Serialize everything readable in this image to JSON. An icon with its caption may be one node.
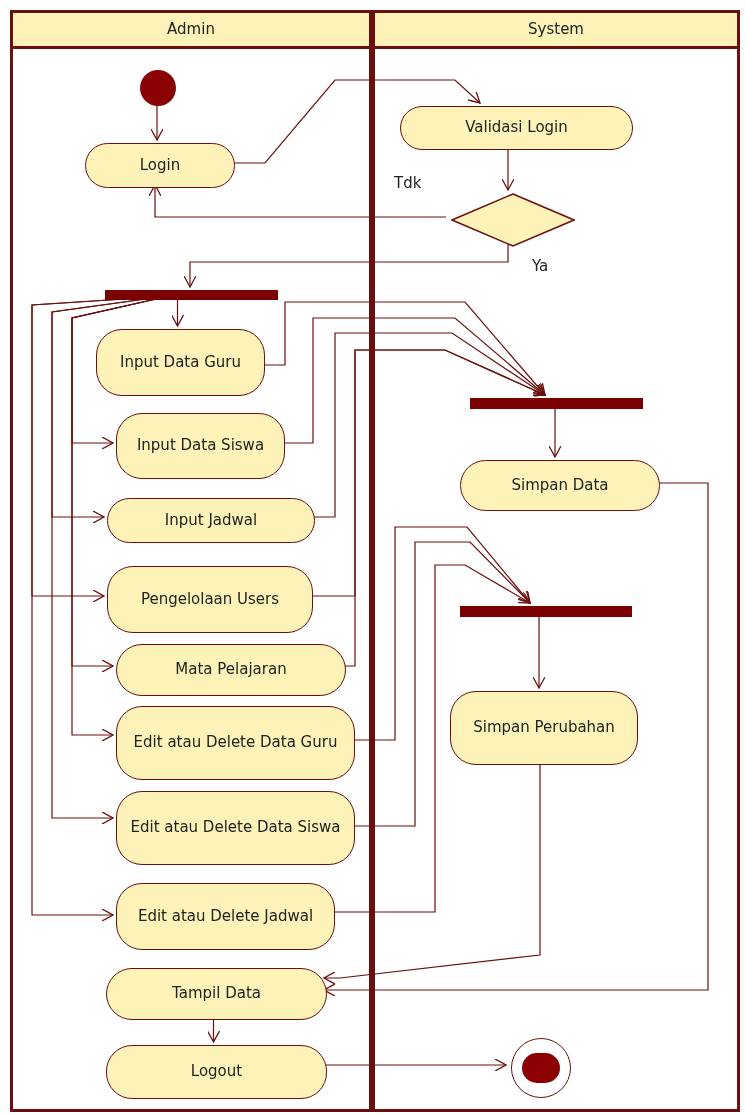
{
  "diagram": {
    "nodes": [
      {
        "text": [
          "Admin"
        ]
      },
      {
        "text": [
          "System"
        ]
      },
      {
        "text": [],
        "shape": "circle",
        "in": 0
      },
      {
        "text": [
          "Login"
        ],
        "in": 0
      },
      {
        "text": [
          "Validasi Login"
        ],
        "in": 1
      },
      {
        "text": [],
        "shape": "diamond",
        "in": 1
      },
      {
        "text": [],
        "shape": "bar",
        "in": 0
      },
      {
        "text": [
          "Input Data Guru"
        ],
        "in": 0
      },
      {
        "text": [
          "Input Data Siswa"
        ],
        "in": 0
      },
      {
        "text": [
          "Input Jadwal"
        ],
        "in": 0
      },
      {
        "text": [
          "Pengelolaan Users"
        ],
        "in": 0
      },
      {
        "text": [
          "Mata Pelajaran"
        ],
        "in": 0
      },
      {
        "text": [
          "Edit atau Delete Data Guru"
        ],
        "in": 0
      },
      {
        "text": [
          "Edit atau Delete Data Siswa"
        ],
        "in": 0
      },
      {
        "text": [
          "Edit atau Delete Jadwal"
        ],
        "in": 0
      },
      {
        "text": [
          "Tampil Data"
        ],
        "in": 0
      },
      {
        "text": [
          "Logout"
        ],
        "in": 0
      },
      {
        "text": [],
        "shape": "bar",
        "in": 1
      },
      {
        "text": [
          "Simpan Data"
        ],
        "in": 1
      },
      {
        "text": [],
        "shape": "bar",
        "in": 1
      },
      {
        "text": [
          "Simpan Perubahan"
        ],
        "in": 1
      },
      {
        "text": [],
        "shape": "circle",
        "in": 1
      }
    ],
    "edges": [
      {
        "from": 2,
        "to": 3,
        "arrow": "to"
      },
      {
        "from": 3,
        "to": 4,
        "arrow": "to"
      },
      {
        "from": 4,
        "to": 5,
        "arrow": "to"
      },
      {
        "from": 5,
        "to": 3,
        "arrow": "to",
        "label": "Tdk"
      },
      {
        "from": 5,
        "to": 6,
        "arrow": "to",
        "label": "Ya"
      },
      {
        "from": 6,
        "to": 7,
        "arrow": "to"
      },
      {
        "from": 6,
        "to": 8,
        "arrow": "to"
      },
      {
        "from": 6,
        "to": 9,
        "arrow": "to"
      },
      {
        "from": 6,
        "to": 10,
        "arrow": "to"
      },
      {
        "from": 6,
        "to": 11,
        "arrow": "to"
      },
      {
        "from": 6,
        "to": 12,
        "arrow": "to"
      },
      {
        "from": 6,
        "to": 13,
        "arrow": "to"
      },
      {
        "from": 6,
        "to": 14,
        "arrow": "to"
      },
      {
        "from": 7,
        "to": 17,
        "arrow": "to"
      },
      {
        "from": 8,
        "to": 17,
        "arrow": "to"
      },
      {
        "from": 9,
        "to": 17,
        "arrow": "to"
      },
      {
        "from": 10,
        "to": 17,
        "arrow": "to"
      },
      {
        "from": 11,
        "to": 17,
        "arrow": "to"
      },
      {
        "from": 17,
        "to": 18,
        "arrow": "to"
      },
      {
        "from": 12,
        "to": 19,
        "arrow": "to"
      },
      {
        "from": 13,
        "to": 19,
        "arrow": "to"
      },
      {
        "from": 14,
        "to": 19,
        "arrow": "to"
      },
      {
        "from": 19,
        "to": 20,
        "arrow": "to"
      },
      {
        "from": 20,
        "to": 15,
        "arrow": "to"
      },
      {
        "from": 18,
        "to": 15,
        "arrow": "to"
      },
      {
        "from": 15,
        "to": 16,
        "arrow": "to"
      },
      {
        "from": 16,
        "to": 21,
        "arrow": "to"
      }
    ]
  }
}
